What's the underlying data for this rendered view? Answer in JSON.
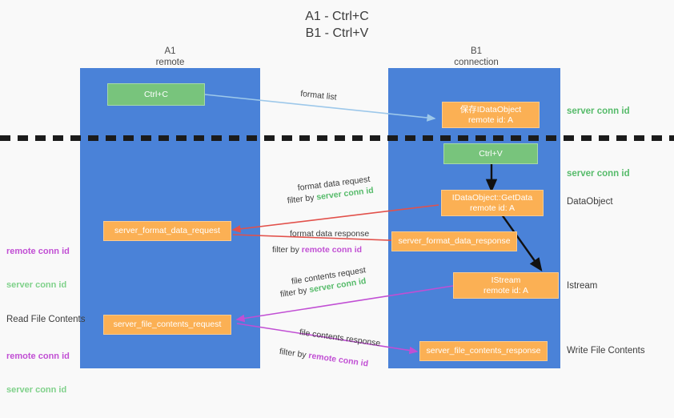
{
  "title": "A1 - Ctrl+C\nB1 - Ctrl+V",
  "lanes": {
    "a": {
      "name": "A1",
      "sub": "remote",
      "header": "A1\nremote",
      "color": "#4a82d8"
    },
    "b": {
      "name": "B1",
      "sub": "connection",
      "header": "B1\nconnection",
      "color": "#4a82d8"
    }
  },
  "colors": {
    "lane": "#4a82d8",
    "green_box": "#78c47c",
    "orange_box": "#fbb054",
    "server_conn_id": "#56bb6a",
    "remote_conn_id": "#c14fd4",
    "arrow_blue": "#9dc8ea",
    "arrow_red": "#e2514b",
    "arrow_magenta": "#c14fd4",
    "arrow_black": "#111111",
    "page_bg": "#f9f9f9"
  },
  "boxes": {
    "ctrl_c": "Ctrl+C",
    "ctrl_v": "Ctrl+V",
    "save_idataobject": "保存IDataObject\nremote id: A",
    "getdata": "IDataObject::GetData\nremote id: A",
    "istream": "IStream\nremote id: A",
    "server_format_data_request": "server_format_data_request",
    "server_format_data_response": "server_format_data_response",
    "server_file_contents_request": "server_file_contents_request",
    "server_file_contents_response": "server_file_contents_response"
  },
  "right_labels": {
    "server_conn_id_top": "server conn id",
    "server_conn_id_mid": "server conn id",
    "dataobject": "DataObject",
    "istream": "Istream",
    "write_file_contents": "Write File Contents"
  },
  "left_labels": {
    "legend_top": {
      "remote": "remote conn id",
      "server": "server conn id"
    },
    "read_file_contents": "Read File Contents",
    "legend_bottom": {
      "remote": "remote conn id",
      "server": "server conn id"
    }
  },
  "edges": {
    "format_list": "format list",
    "format_data_request": "format data request",
    "format_data_request_filter_prefix": "filter by ",
    "format_data_request_filter_value": "server conn id",
    "format_data_response": "format data response",
    "format_data_response_filter_prefix": "filter by ",
    "format_data_response_filter_value": "remote conn id",
    "file_contents_request": "file contents request",
    "file_contents_request_filter_prefix": "filter by ",
    "file_contents_request_filter_value": "server conn id",
    "file_contents_response": "file contents response",
    "file_contents_response_filter_prefix": "filter by ",
    "file_contents_response_filter_value": "remote conn id"
  }
}
